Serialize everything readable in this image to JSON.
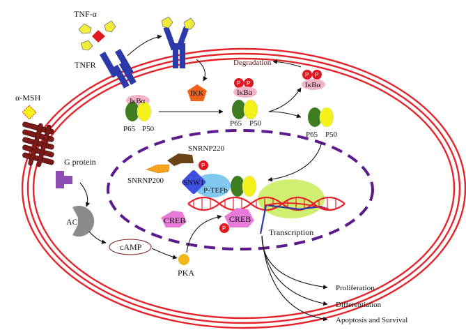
{
  "labels": {
    "tnf_alpha": "TNF-α",
    "tnfr": "TNFR",
    "ikk": "IKK",
    "degradation": "Degradation",
    "ikba_1": "IκBα",
    "ikba_2": "IκBα",
    "ikba_3": "IκBα",
    "p65_1": "P65",
    "p50_1": "P50",
    "p65_2": "P65",
    "p50_2": "P50",
    "p65_3": "P65",
    "p50_3": "P50",
    "alpha_msh": "α-MSH",
    "g_protein": "G protein",
    "ac": "AC",
    "camp": "cAMP",
    "pka": "PKA",
    "snrnp220": "SNRNP220",
    "snrnp200": "SNRNP200",
    "snw1": "SNW1",
    "p_tefb": "P-TEFb",
    "creb_1": "CREB",
    "creb_2": "CREB",
    "transcription": "Transcription",
    "phospho": "P"
  },
  "outcomes": [
    "Proliferation",
    "Differentiation",
    "Apoptosis and Survival"
  ],
  "colors": {
    "membrane": "#e5232b",
    "nucleus": "#5b1a8c",
    "p65": "#3d7d20",
    "p50": "#f4f01a",
    "ikba": "#f4b4c8",
    "phospho": "#e0181f",
    "receptor": "#2b3aa8",
    "tnf": "#f1ec3a",
    "ikk": "#f06018",
    "gpcr": "#7b1a18",
    "gprotein": "#8d4bb4",
    "ac": "#8b8b8b",
    "pka": "#f4b81a",
    "snrnp220": "#6b4416",
    "snrnp200": "#f4a31a",
    "snw1": "#3f4fe0",
    "ptefb": "#80c8ee",
    "creb": "#e87ad8",
    "highlight": "#c8ec58",
    "dna": "#e5232b"
  }
}
